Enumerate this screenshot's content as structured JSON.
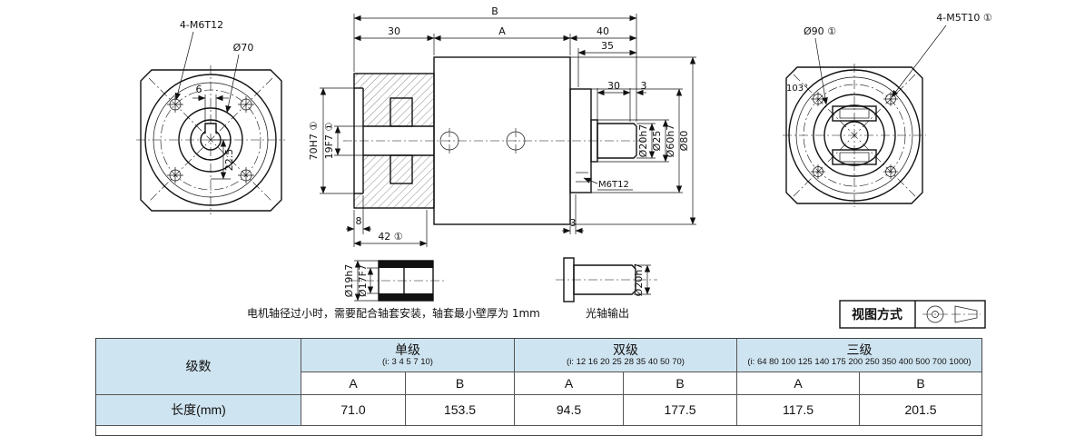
{
  "drawing": {
    "front_view": {
      "thread_label": "4-M6T12",
      "diameter_label": "Ø70",
      "dim_22_5": "22.5",
      "dim_6": "6"
    },
    "section_view": {
      "dim_B": "B",
      "dim_30": "30",
      "dim_A": "A",
      "dim_40": "40",
      "dim_35": "35",
      "dim_shaft_30": "30",
      "dim_shaft_3": "3",
      "dim_bore_70": "70H7 ①",
      "dim_bore_19": "19F7 ①",
      "dim_d20": "Ø20h7",
      "dim_d25": "Ø25",
      "dim_d60": "Ø60h7",
      "dim_d80": "Ø80",
      "thread_label": "M6T12",
      "dim_8": "8",
      "dim_42": "42 ①",
      "dim_3": "3"
    },
    "bushing_detail": {
      "dim_d19": "Ø19h7",
      "dim_d17": "Ø17F7",
      "note": "电机轴径过小时，需要配合轴套安装，轴套最小壁厚为 1mm"
    },
    "shaft_detail": {
      "dim_d20": "Ø20h7",
      "caption": "光轴输出"
    },
    "rear_view": {
      "thread_label": "4-M5T10 ①",
      "diameter_label": "Ø90 ①",
      "angle_label": "103°"
    },
    "view_method_label": "视图方式"
  },
  "table": {
    "stage_header": "级数",
    "length_label": "长度(mm)",
    "groups": [
      {
        "name": "单级",
        "ratios": "(i: 3 4 5 7 10)"
      },
      {
        "name": "双级",
        "ratios": "(i: 12 16 20 25 28 35 40 50 70)"
      },
      {
        "name": "三级",
        "ratios": "(i: 64 80 100 125 140 175 200 250 350 400 500 700 1000)"
      }
    ],
    "sub_headers": [
      "A",
      "B",
      "A",
      "B",
      "A",
      "B"
    ],
    "lengths": [
      "71.0",
      "153.5",
      "94.5",
      "177.5",
      "117.5",
      "201.5"
    ]
  }
}
